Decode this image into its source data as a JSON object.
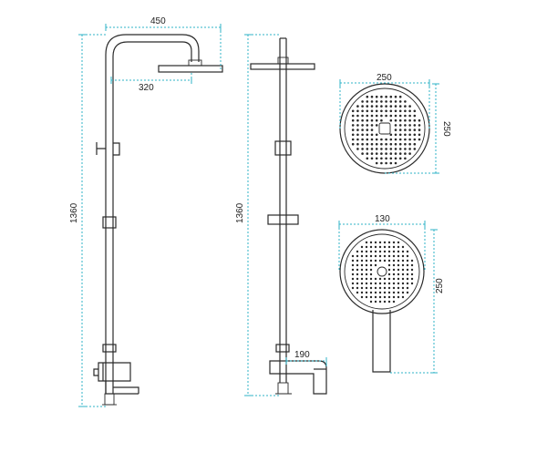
{
  "colors": {
    "dimension": "#2fb3c7",
    "outline": "#2a2a2a"
  },
  "dimensions": {
    "side_overall_width": "450",
    "side_head_reach": "320",
    "side_height": "1360",
    "front_height": "1360",
    "front_spout": "190",
    "head_diameter": "250",
    "head_depth": "250",
    "hand_width": "130",
    "hand_length": "250"
  }
}
